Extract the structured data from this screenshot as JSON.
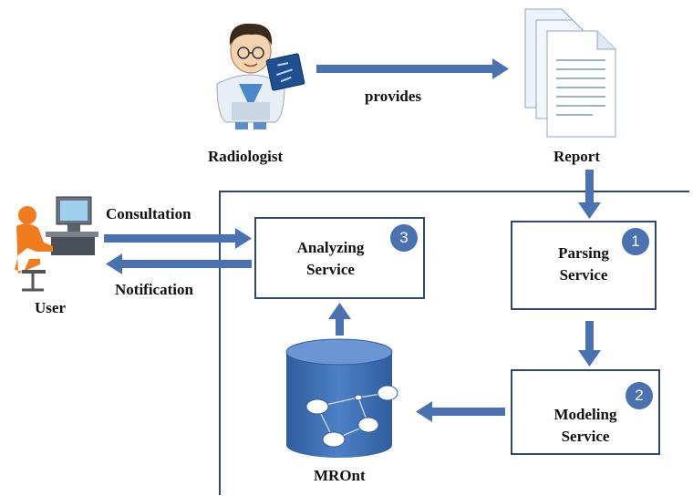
{
  "actors": {
    "radiologist": "Radiologist",
    "report": "Report",
    "user": "User",
    "ontology": "MROnt"
  },
  "edges": {
    "provides": "provides",
    "consultation": "Consultation",
    "notification": "Notification"
  },
  "services": [
    {
      "line1": "Parsing",
      "line2": "Service",
      "number": "1"
    },
    {
      "line1": "Modeling",
      "line2": "Service",
      "number": "2"
    },
    {
      "line1": "Analyzing",
      "line2": "Service",
      "number": "3"
    }
  ],
  "colors": {
    "arrow": "#4a72b0",
    "border": "#2d4a6e",
    "badge": "#4a72b0",
    "db": "#3f6fb5"
  }
}
